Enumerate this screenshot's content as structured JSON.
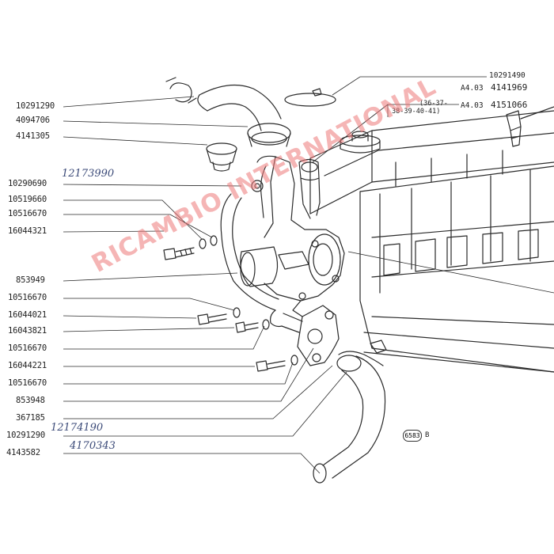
{
  "part_labels": [
    {
      "id": "p1",
      "number": "10291290"
    },
    {
      "id": "p2",
      "number": "4094706"
    },
    {
      "id": "p3",
      "number": "4141305"
    },
    {
      "id": "p4",
      "number": "10290690"
    },
    {
      "id": "p5",
      "number": "10519660"
    },
    {
      "id": "p6",
      "number": "10516670"
    },
    {
      "id": "p7",
      "number": "16044321"
    },
    {
      "id": "p8",
      "number": "853949"
    },
    {
      "id": "p9",
      "number": "10516670"
    },
    {
      "id": "p10",
      "number": "16044021"
    },
    {
      "id": "p11",
      "number": "16043821"
    },
    {
      "id": "p12",
      "number": "10516670"
    },
    {
      "id": "p13",
      "number": "16044221"
    },
    {
      "id": "p14",
      "number": "10516670"
    },
    {
      "id": "p15",
      "number": "853948"
    },
    {
      "id": "p16",
      "number": "367185"
    },
    {
      "id": "p17",
      "number": "10291290"
    },
    {
      "id": "p18",
      "number": "4143582"
    }
  ],
  "handwritten": [
    {
      "id": "h1",
      "text": "12173990"
    },
    {
      "id": "h2",
      "text": "12174190"
    },
    {
      "id": "h3",
      "text": "4170343"
    }
  ],
  "right_refs": {
    "top_number": "10291490",
    "a1_prefix": "A4.03",
    "a1_number": "4141969",
    "engine_note_line1": "(36-37-",
    "engine_note_line2": "38-39-40-41)",
    "a2_prefix": "A4.03",
    "a2_number": "4151066"
  },
  "watermark": "RICAMBIO INTERNATIONAL",
  "figure_ref": {
    "badge": "6583",
    "letter": "B"
  },
  "colors": {
    "ink": "#2a2a2a",
    "watermark": "#ec7878",
    "handwriting": "#3b4a78"
  }
}
